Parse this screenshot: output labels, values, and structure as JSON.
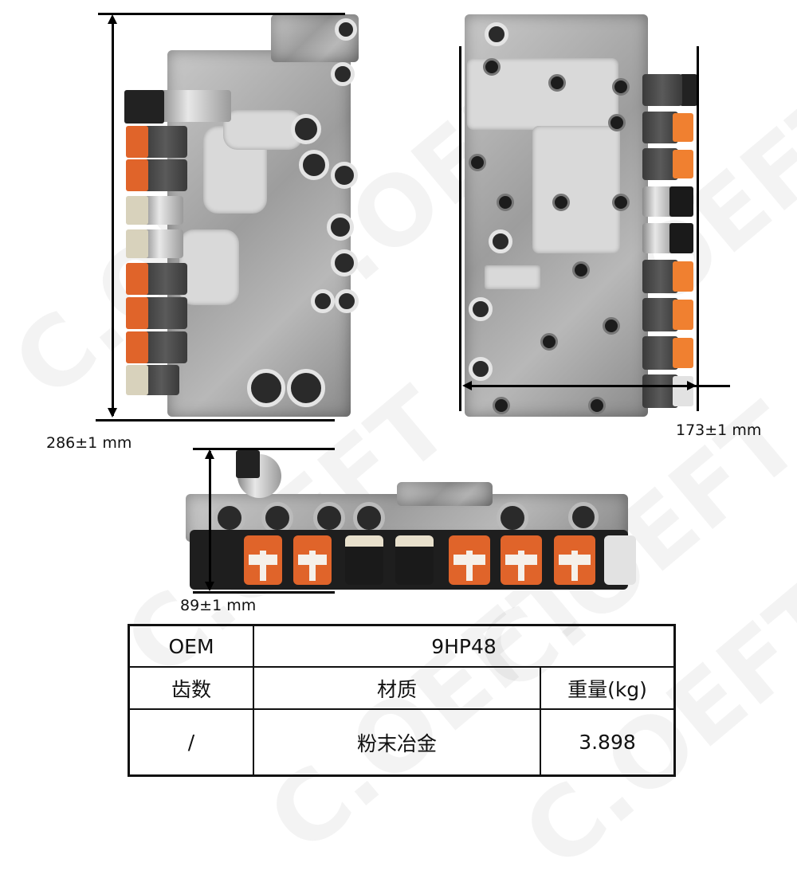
{
  "watermark": "C.OEFT",
  "dimensions": {
    "height_label": "286±1 mm",
    "width_label": "173±1 mm",
    "depth_label": "89±1 mm"
  },
  "images": {
    "front_view": {
      "description": "valve body front view",
      "connectors": [
        "black-sensor",
        "orange",
        "orange",
        "beige",
        "beige",
        "orange",
        "orange",
        "orange",
        "beige"
      ]
    },
    "rear_view": {
      "description": "valve body rear view",
      "connectors": [
        "black-sensor",
        "orange",
        "orange",
        "black",
        "black",
        "orange",
        "orange",
        "orange",
        "orange-white"
      ]
    },
    "side_view": {
      "description": "valve body side view",
      "connectors": [
        "black",
        "orange",
        "orange",
        "beige-black",
        "beige-black",
        "orange",
        "orange",
        "orange",
        "grey"
      ]
    }
  },
  "colors": {
    "connector_orange": "#e0642a",
    "connector_orange_light": "#f08030",
    "connector_beige": "#d8d2bc",
    "connector_grey": "#e2e2e2",
    "line": "#000000"
  },
  "spec_table": {
    "row1": {
      "label": "OEM",
      "value": "9HP48"
    },
    "headers": [
      "齿数",
      "材质",
      "重量(kg)"
    ],
    "values": [
      "/",
      "粉末冶金",
      "3.898"
    ]
  }
}
